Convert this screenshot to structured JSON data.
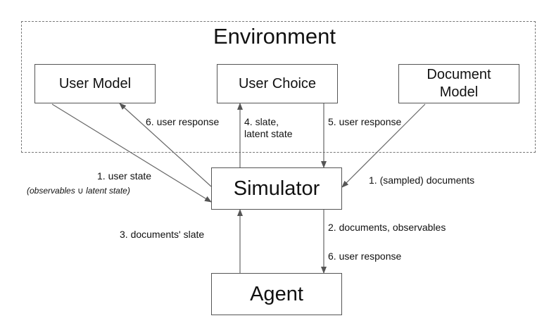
{
  "environment": {
    "title": "Environment"
  },
  "boxes": {
    "user_model": "User Model",
    "user_choice": "User Choice",
    "document_model": "Document\nModel",
    "simulator": "Simulator",
    "agent": "Agent"
  },
  "edges": {
    "user_state": "1. user state",
    "user_state_detail": "(observables ∪ latent state)",
    "user_response_to_model": "6. user response",
    "slate_latent": "4. slate,\nlatent state",
    "user_response_from_choice": "5. user  response",
    "sampled_documents": "1. (sampled) documents",
    "documents_slate": "3. documents' slate",
    "documents_observables": "2. documents, observables",
    "user_response_to_agent": "6. user response"
  }
}
